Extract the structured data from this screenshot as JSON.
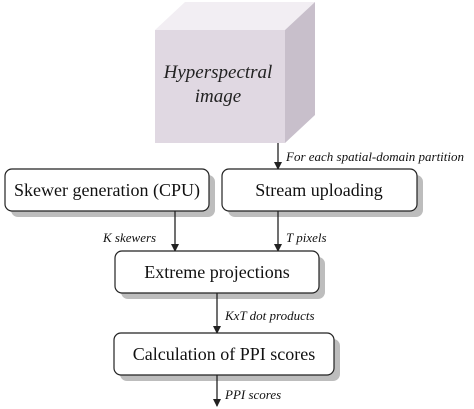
{
  "cube": {
    "line1": "Hyperspectral",
    "line2": "image"
  },
  "boxes": {
    "skewer": "Skewer generation (CPU)",
    "stream": "Stream uploading",
    "extreme": "Extreme projections",
    "ppi": "Calculation of PPI scores"
  },
  "edges": {
    "partition": "For each spatial-domain partition",
    "k_skewers": "K skewers",
    "t_pixels": "T pixels",
    "dot_products": "KxT dot products",
    "ppi_scores": "PPI scores"
  },
  "colors": {
    "cube_front": "#e0d8e2",
    "cube_top": "#f2eef3",
    "cube_side": "#c8bfcb",
    "box_fill": "#ffffff",
    "box_shadow": "#bdbdbd",
    "stroke": "#222222"
  }
}
